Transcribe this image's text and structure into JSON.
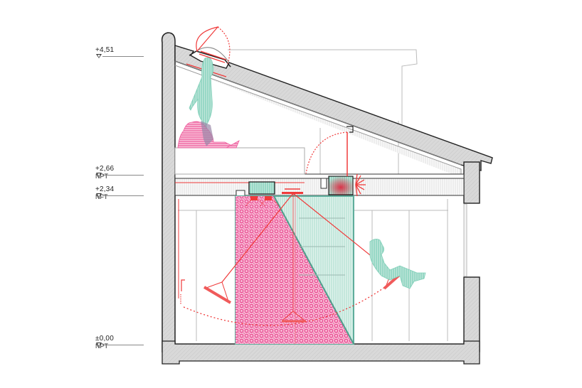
{
  "drawing": {
    "type": "architectural-section",
    "description": "Section of attic loft with sloped roof, mezzanine floor and swing/rope movement diagrams"
  },
  "levels": [
    {
      "value": "+4,51",
      "code": ""
    },
    {
      "value": "+2,66",
      "code": "NPT"
    },
    {
      "value": "+2,34",
      "code": "NFT"
    },
    {
      "value": "±0,00",
      "code": "NPT"
    }
  ],
  "colors": {
    "wall_fill": "#d6d6d6",
    "outline": "#222222",
    "accent_red": "#f03a3a",
    "pink_hatch": "#f0609a",
    "teal_figure": "#7fcfb8",
    "teal_panel": "#5fae9c",
    "light_line": "#bdbdbd"
  },
  "figures": [
    {
      "name": "standing-person",
      "color": "teal"
    },
    {
      "name": "seated-person-with-laptop",
      "color": "pink"
    },
    {
      "name": "swinging-person",
      "color": "teal"
    }
  ]
}
